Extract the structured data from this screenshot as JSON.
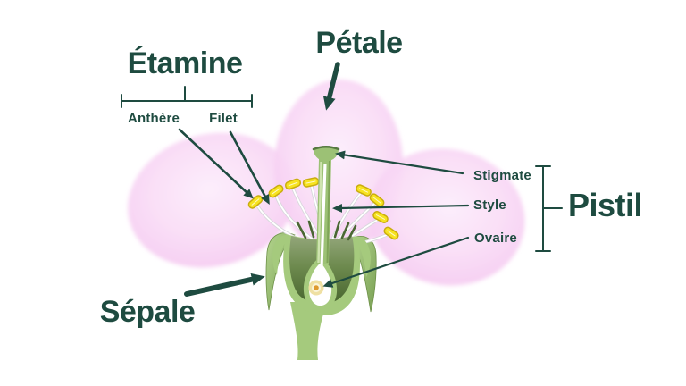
{
  "diagram": {
    "type": "flower-anatomy-diagram",
    "language": "fr",
    "labels": {
      "etamine": "Étamine",
      "petale": "Pétale",
      "anthere": "Anthère",
      "filet": "Filet",
      "stigmate": "Stigmate",
      "style": "Style",
      "ovaire": "Ovaire",
      "pistil": "Pistil",
      "sepale": "Sépale"
    },
    "colors": {
      "label_text": "#1E4B40",
      "arrow": "#1E4B40",
      "petal_pink_edge": "#F5C9F0",
      "petal_pink_mid": "#F9DCF6",
      "petal_pink_light": "#FCEDFB",
      "green_light": "#A5CA7D",
      "green_mid": "#8FB868",
      "green_dark_interior": "#4A6733",
      "anther_yellow": "#F7E320",
      "anther_border": "#C9AD0E",
      "filament_white": "#FFFFFF",
      "ovule_cream": "#EFE0A2",
      "ovule_orange": "#DE9A30",
      "background": "#FFFFFF"
    }
  }
}
